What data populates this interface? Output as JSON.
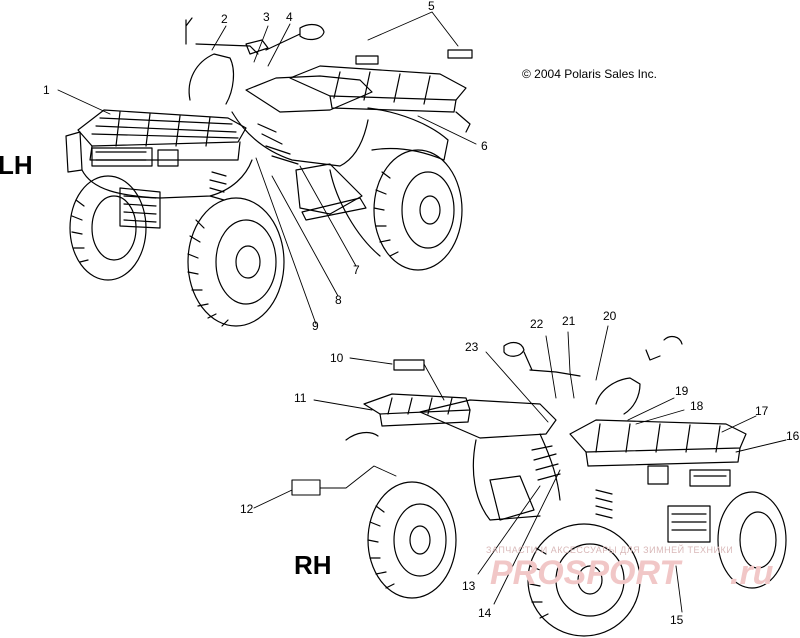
{
  "copyright": "© 2004 Polaris Sales Inc.",
  "views": {
    "lh": "LH",
    "rh": "RH"
  },
  "callouts": [
    "1",
    "2",
    "3",
    "4",
    "5",
    "6",
    "7",
    "8",
    "9",
    "10",
    "11",
    "12",
    "13",
    "14",
    "15",
    "16",
    "17",
    "18",
    "19",
    "20",
    "21",
    "22",
    "23"
  ],
  "watermark": {
    "top": "ЗАПЧАСТИ И АКСЕССУАРЫ ДЛЯ ЗИМНЕЙ ТЕХНИКИ",
    "brand": "PROSPORT",
    "domain": ".ru"
  },
  "colors": {
    "line": "#000000",
    "background": "#ffffff",
    "watermark": "#f1c7c7"
  }
}
